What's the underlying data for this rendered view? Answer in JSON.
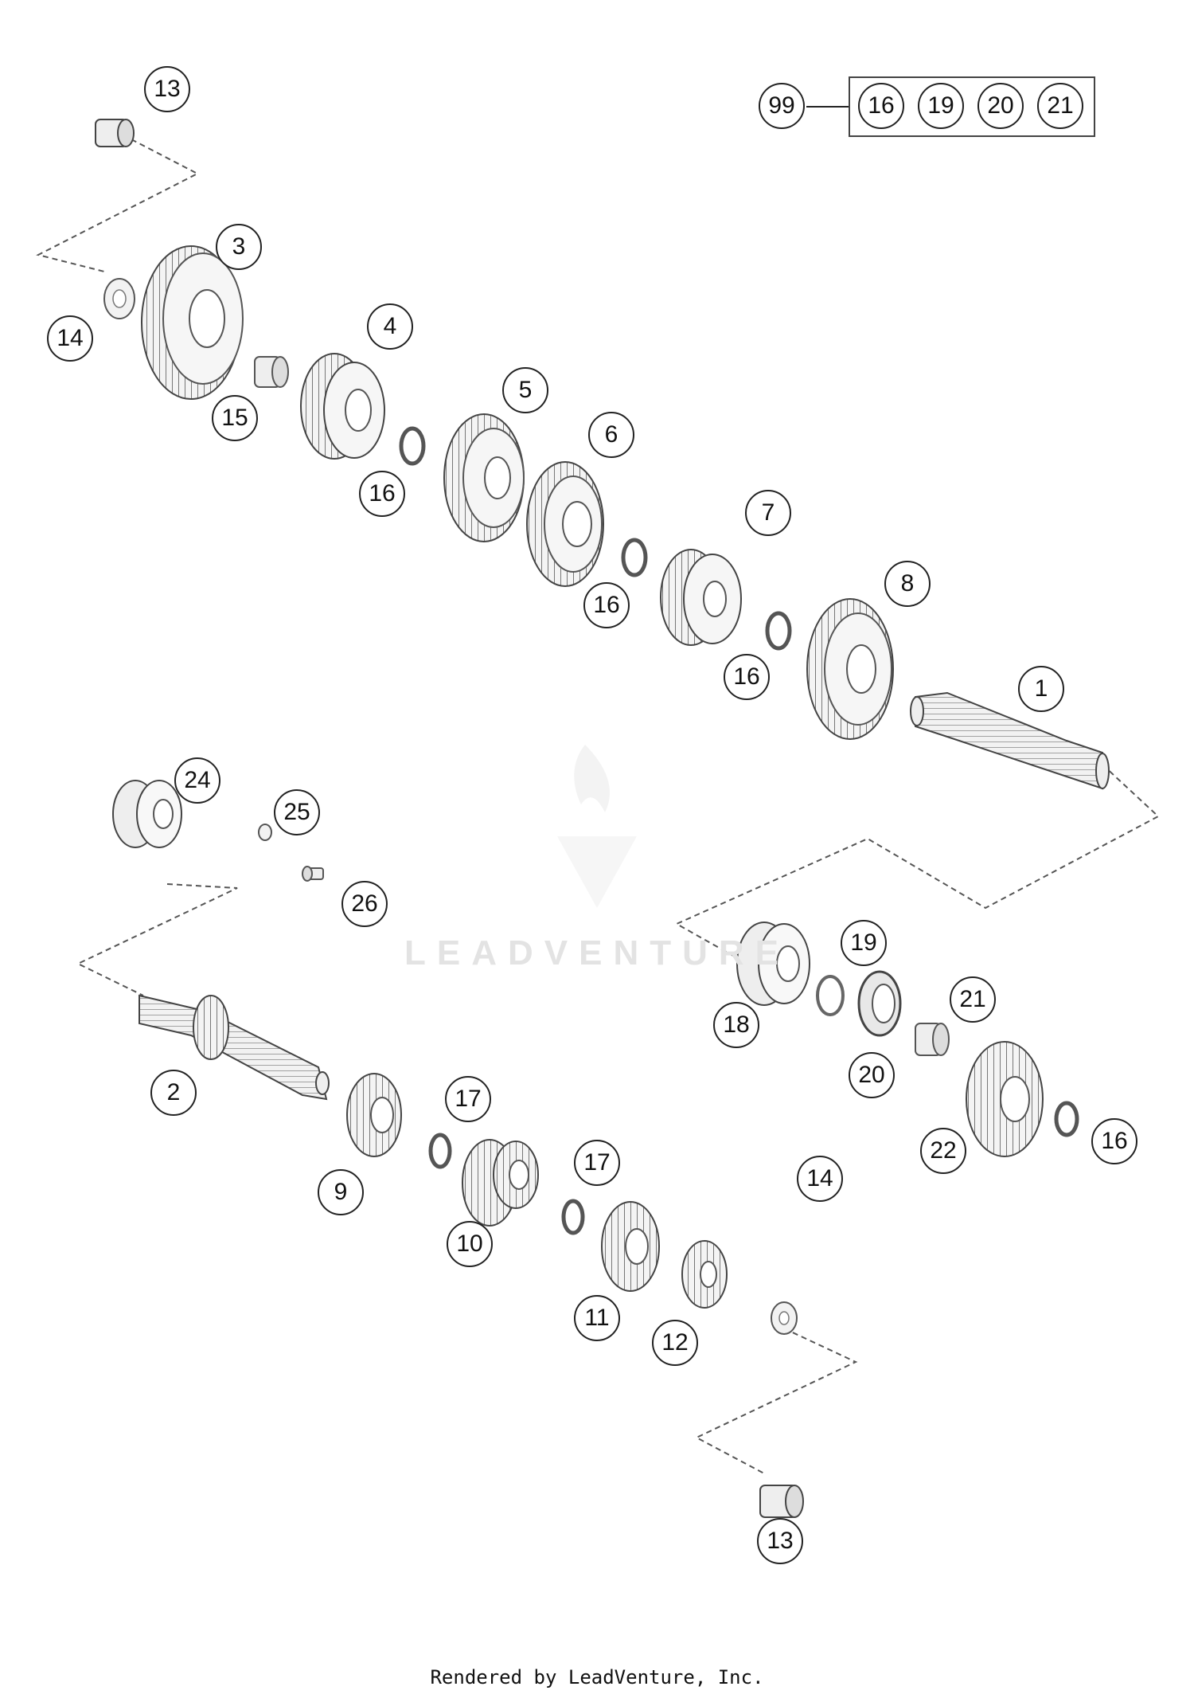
{
  "diagram": {
    "kit": {
      "number": "99",
      "contents": [
        "16",
        "19",
        "20",
        "21"
      ]
    },
    "callouts": [
      {
        "id": "c13a",
        "label": "13"
      },
      {
        "id": "c3",
        "label": "3"
      },
      {
        "id": "c14a",
        "label": "14"
      },
      {
        "id": "c15",
        "label": "15"
      },
      {
        "id": "c4",
        "label": "4"
      },
      {
        "id": "c16a",
        "label": "16"
      },
      {
        "id": "c5",
        "label": "5"
      },
      {
        "id": "c6",
        "label": "6"
      },
      {
        "id": "c16b",
        "label": "16"
      },
      {
        "id": "c7",
        "label": "7"
      },
      {
        "id": "c16c",
        "label": "16"
      },
      {
        "id": "c8",
        "label": "8"
      },
      {
        "id": "c1",
        "label": "1"
      },
      {
        "id": "c24",
        "label": "24"
      },
      {
        "id": "c25",
        "label": "25"
      },
      {
        "id": "c26",
        "label": "26"
      },
      {
        "id": "c2",
        "label": "2"
      },
      {
        "id": "c19",
        "label": "19"
      },
      {
        "id": "c18",
        "label": "18"
      },
      {
        "id": "c21",
        "label": "21"
      },
      {
        "id": "c20",
        "label": "20"
      },
      {
        "id": "c22",
        "label": "22"
      },
      {
        "id": "c16d",
        "label": "16"
      },
      {
        "id": "c17a",
        "label": "17"
      },
      {
        "id": "c9",
        "label": "9"
      },
      {
        "id": "c10",
        "label": "10"
      },
      {
        "id": "c17b",
        "label": "17"
      },
      {
        "id": "c11",
        "label": "11"
      },
      {
        "id": "c12",
        "label": "12"
      },
      {
        "id": "c14b",
        "label": "14"
      },
      {
        "id": "c13b",
        "label": "13"
      }
    ],
    "watermark": "LEADVENTURE",
    "footer": "Rendered by LeadVenture, Inc."
  }
}
